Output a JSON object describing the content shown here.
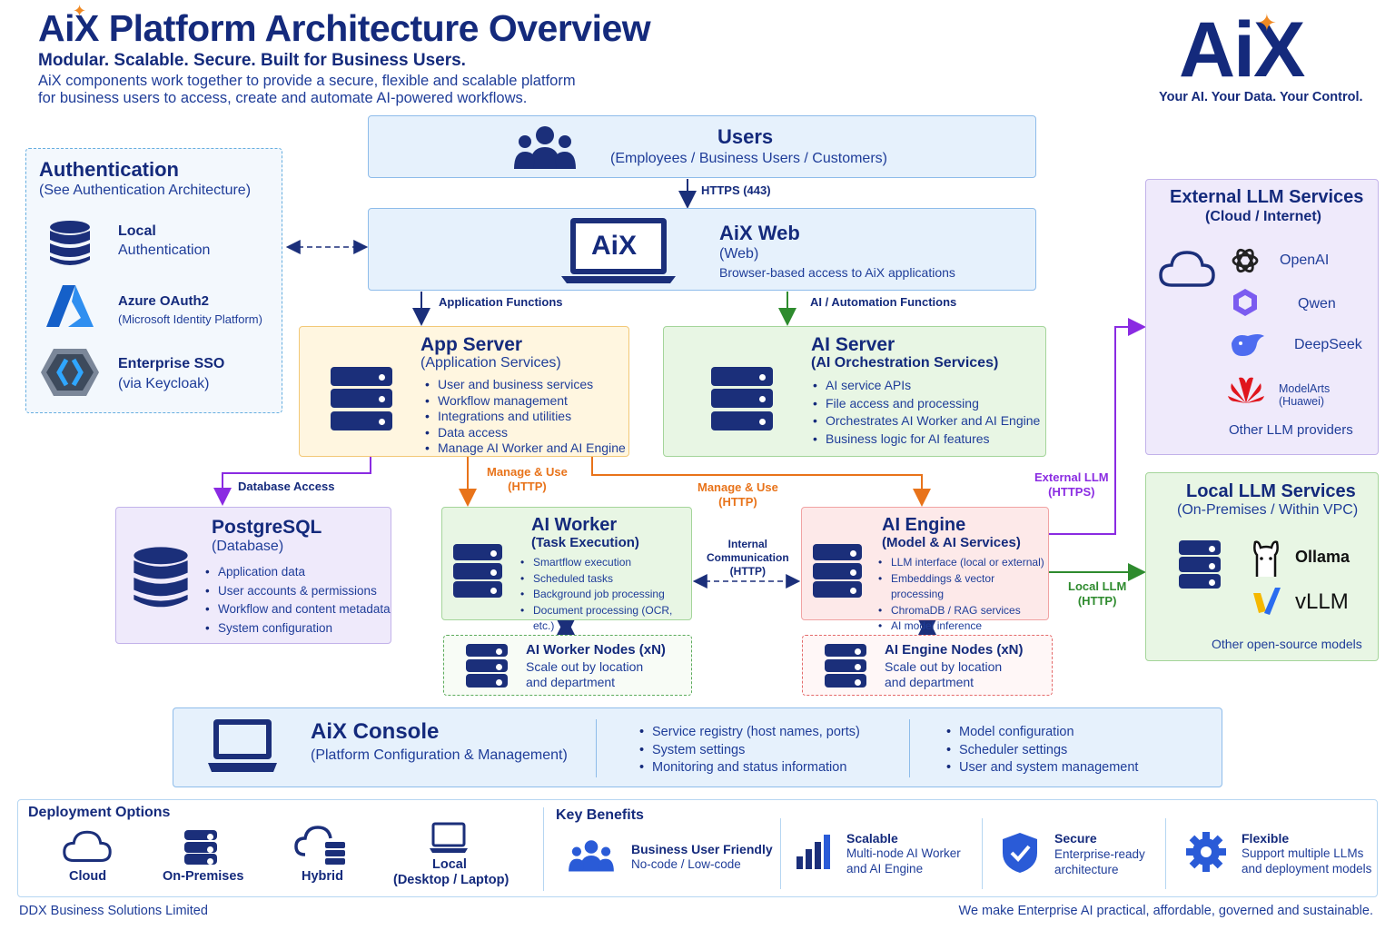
{
  "header": {
    "title_brand": "AiX",
    "title_rest": "Platform Architecture Overview",
    "subtitle": "Modular. Scalable. Secure. Built for Business Users.",
    "intro_line1": "AiX components work together to provide a secure, flexible and scalable platform",
    "intro_line2": "for business users to access, create and automate AI-powered workflows.",
    "logo": "AiX",
    "tagline": "Your AI. Your Data. Your Control."
  },
  "users": {
    "title": "Users",
    "desc": "(Employees / Business Users / Customers)"
  },
  "arrow_labels": {
    "https": "HTTPS (443)",
    "app_functions": "Application Functions",
    "ai_functions": "AI / Automation Functions",
    "db_access": "Database Access",
    "manage_use_1": "Manage & Use",
    "http_1": "(HTTP)",
    "manage_use_2": "Manage & Use",
    "http_2": "(HTTP)",
    "internal_1": "Internal",
    "internal_2": "Communication",
    "internal_3": "(HTTP)",
    "external_llm_1": "External LLM",
    "external_llm_2": "(HTTPS)",
    "local_llm_1": "Local LLM",
    "local_llm_2": "(HTTP)"
  },
  "auth": {
    "title": "Authentication",
    "subtitle": "(See Authentication Architecture)",
    "items": [
      {
        "title": "Local",
        "desc": "Authentication"
      },
      {
        "title": "Azure OAuth2",
        "desc": "(Microsoft Identity Platform)"
      },
      {
        "title": "Enterprise SSO",
        "desc": "(via Keycloak)"
      }
    ]
  },
  "web": {
    "logo": "AiX",
    "title": "AiX Web",
    "type": "(Web)",
    "desc": "Browser-based access to AiX applications"
  },
  "app_server": {
    "title": "App Server",
    "subtitle": "(Application Services)",
    "bullets": [
      "User and business services",
      "Workflow management",
      "Integrations and utilities",
      "Data access",
      "Manage AI Worker and AI Engine"
    ]
  },
  "ai_server": {
    "title": "AI Server",
    "subtitle": "(AI Orchestration Services)",
    "bullets": [
      "AI service APIs",
      "File access and processing",
      "Orchestrates AI Worker and AI Engine",
      "Business logic for AI features"
    ]
  },
  "postgres": {
    "title": "PostgreSQL",
    "subtitle": "(Database)",
    "bullets": [
      "Application data",
      "User accounts & permissions",
      "Workflow and content metadata",
      "System configuration"
    ]
  },
  "ai_worker": {
    "title": "AI Worker",
    "subtitle": "(Task Execution)",
    "bullets": [
      "Smartflow execution",
      "Scheduled tasks",
      "Background job processing",
      "Document processing (OCR, etc.)"
    ]
  },
  "ai_engine": {
    "title": "AI Engine",
    "subtitle": "(Model & AI Services)",
    "bullets": [
      "LLM interface (local or external)",
      "Embeddings & vector processing",
      "ChromaDB / RAG services",
      "AI model inference"
    ]
  },
  "worker_nodes": {
    "title": "AI Worker Nodes (xN)",
    "line1": "Scale out by location",
    "line2": "and department"
  },
  "engine_nodes": {
    "title": "AI Engine Nodes (xN)",
    "line1": "Scale out by location",
    "line2": "and department"
  },
  "external_llm": {
    "title": "External LLM Services",
    "subtitle": "(Cloud / Internet)",
    "providers": [
      "OpenAI",
      "Qwen",
      "DeepSeek",
      "ModelArts (Huawei)"
    ],
    "other": "Other LLM providers"
  },
  "local_llm": {
    "title": "Local LLM Services",
    "subtitle": "(On-Premises / Within VPC)",
    "providers": [
      "Ollama",
      "vLLM"
    ],
    "other": "Other open-source models"
  },
  "console": {
    "title": "AiX Console",
    "subtitle": "(Platform Configuration & Management)",
    "col1": [
      "Service registry (host names, ports)",
      "System settings",
      "Monitoring and status information"
    ],
    "col2": [
      "Model configuration",
      "Scheduler settings",
      "User and system management"
    ]
  },
  "deployment": {
    "title": "Deployment Options",
    "options": [
      "Cloud",
      "On-Premises",
      "Hybrid",
      "Local",
      "(Desktop / Laptop)"
    ]
  },
  "benefits": {
    "title": "Key Benefits",
    "items": [
      {
        "title": "Business User Friendly",
        "desc1": "No-code / Low-code",
        "desc2": ""
      },
      {
        "title": "Scalable",
        "desc1": "Multi-node AI Worker",
        "desc2": "and AI Engine"
      },
      {
        "title": "Secure",
        "desc1": "Enterprise-ready",
        "desc2": "architecture"
      },
      {
        "title": "Flexible",
        "desc1": "Support multiple LLMs",
        "desc2": "and deployment models"
      }
    ]
  },
  "footer": {
    "left": "DDX Business Solutions Limited",
    "right": "We make Enterprise AI practical, affordable, governed and sustainable."
  },
  "colors": {
    "navy": "#142a7c",
    "orange_accent": "#f08a24",
    "manage_arrow": "#e8731a",
    "ai_arrow": "#2e8b2e",
    "purple_arrow": "#8a2be2"
  }
}
